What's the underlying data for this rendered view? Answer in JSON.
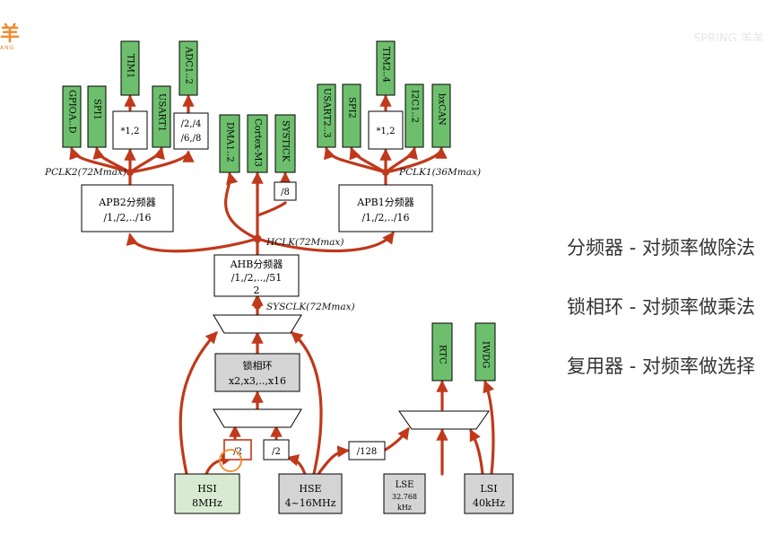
{
  "logo": {
    "mark": "羊",
    "sub": "ANG"
  },
  "watermark": "SPRING 羊羊",
  "peripherals_apb2": {
    "gpio": "GPIOA..D",
    "spi1": "SPI1",
    "tim1": "TIM1",
    "usart1": "USART1",
    "adc": "ADC1..2"
  },
  "apb2_mults": {
    "tim": "*1,2",
    "adc": [
      "/2,/4",
      "/6,/8"
    ]
  },
  "peripherals_ahb": {
    "dma": "DMA1..2",
    "cortex": "Cortex-M3",
    "systick": "SYSTICK"
  },
  "systick_div": "/8",
  "peripherals_apb1": {
    "usart": "USART2..3",
    "spi2": "SPI2",
    "tim": "TIM2..4",
    "i2c": "I2C1..2",
    "can": "bxCAN"
  },
  "apb1_mult": "*1,2",
  "labels": {
    "pclk2": "PCLK2(72Mmax)",
    "pclk1": "PCLK1(36Mmax)",
    "hclk": "HCLK(72Mmax)",
    "sysclk": "SYSCLK(72Mmax)"
  },
  "apb2": {
    "line1": "APB2分频器",
    "line2": "/1,/2,../16"
  },
  "apb1": {
    "line1": "APB1分频器",
    "line2": "/1,/2,../16"
  },
  "ahb": {
    "line1": "AHB分频器",
    "line2": "/1,/2,..,/51",
    "line3": "2"
  },
  "pll": {
    "line1": "锁相环",
    "line2": "x2,x3,..,x16"
  },
  "dividers": {
    "hsi": "/2",
    "hse": "/2",
    "rtc": "/128"
  },
  "sources": {
    "hsi": [
      "HSI",
      "8MHz"
    ],
    "hse": [
      "HSE",
      "4~16MHz"
    ],
    "lse": [
      "LSE",
      "32.768",
      "kHz"
    ],
    "lsi": [
      "LSI",
      "40kHz"
    ]
  },
  "peripherals_rtc": {
    "rtc": "RTC",
    "iwdg": "IWDG"
  },
  "notes": [
    "分频器 - 对频率做除法",
    "锁相环 - 对频率做乘法",
    "复用器 - 对频率做选择"
  ],
  "colors": {
    "line": "#c0391b",
    "green": "#6dbf6d",
    "lightgreen": "#d8ebd2",
    "gray": "#d4d4d4",
    "accent": "#f08a2c"
  }
}
